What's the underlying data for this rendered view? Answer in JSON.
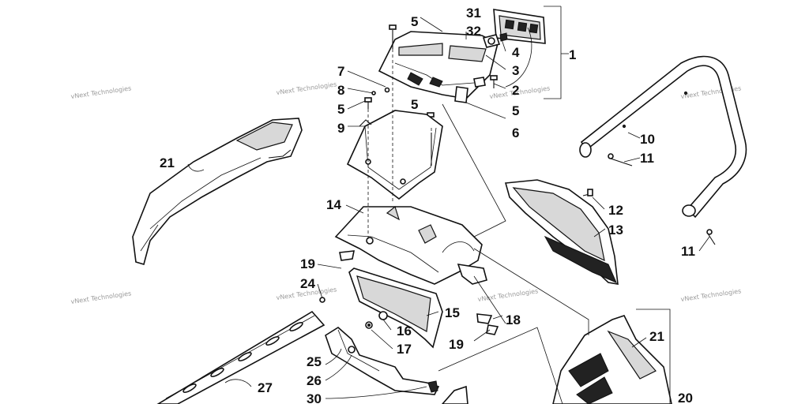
{
  "watermark": "vNext Technologies",
  "callouts": {
    "c1": "1",
    "c2": "2",
    "c3": "3",
    "c4": "4",
    "c5a": "5",
    "c5b": "5",
    "c5c": "5",
    "c5d": "5",
    "c6": "6",
    "c7": "7",
    "c8": "8",
    "c9": "9",
    "c10": "10",
    "c11a": "11",
    "c11b": "11",
    "c12": "12",
    "c13": "13",
    "c14": "14",
    "c15": "15",
    "c16": "16",
    "c17": "17",
    "c18": "18",
    "c19a": "19",
    "c19b": "19",
    "c20": "20",
    "c21a": "21",
    "c21b": "21",
    "c24": "24",
    "c25": "25",
    "c26": "26",
    "c27": "27",
    "c30": "30",
    "c31": "31",
    "c32": "32"
  },
  "colors": {
    "line": "#111111",
    "watermark": "#9a9a9a",
    "background": "#ffffff"
  }
}
